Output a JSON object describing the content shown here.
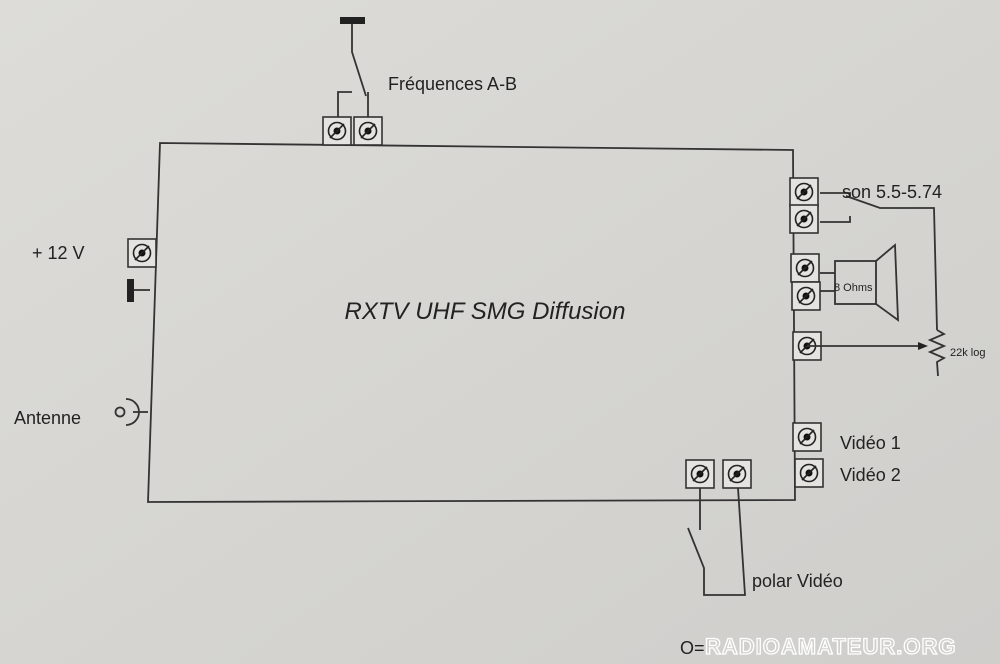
{
  "title": "RXTV UHF SMG Diffusion",
  "labels": {
    "frequencies": "Fréquences A-B",
    "power": "+ 12 V",
    "antenna": "Antenne",
    "sound": "son 5.5-5.74",
    "speaker": "8 Ohms",
    "potentiometer": "22k log",
    "video1": "Vidéo 1",
    "video2": "Vidéo 2",
    "polarity": "polar Vidéo",
    "legend_partial": "O="
  },
  "watermark": "RADIOAMATEUR.ORG",
  "colors": {
    "paper": "#d9d8d4",
    "ink": "#222222"
  }
}
